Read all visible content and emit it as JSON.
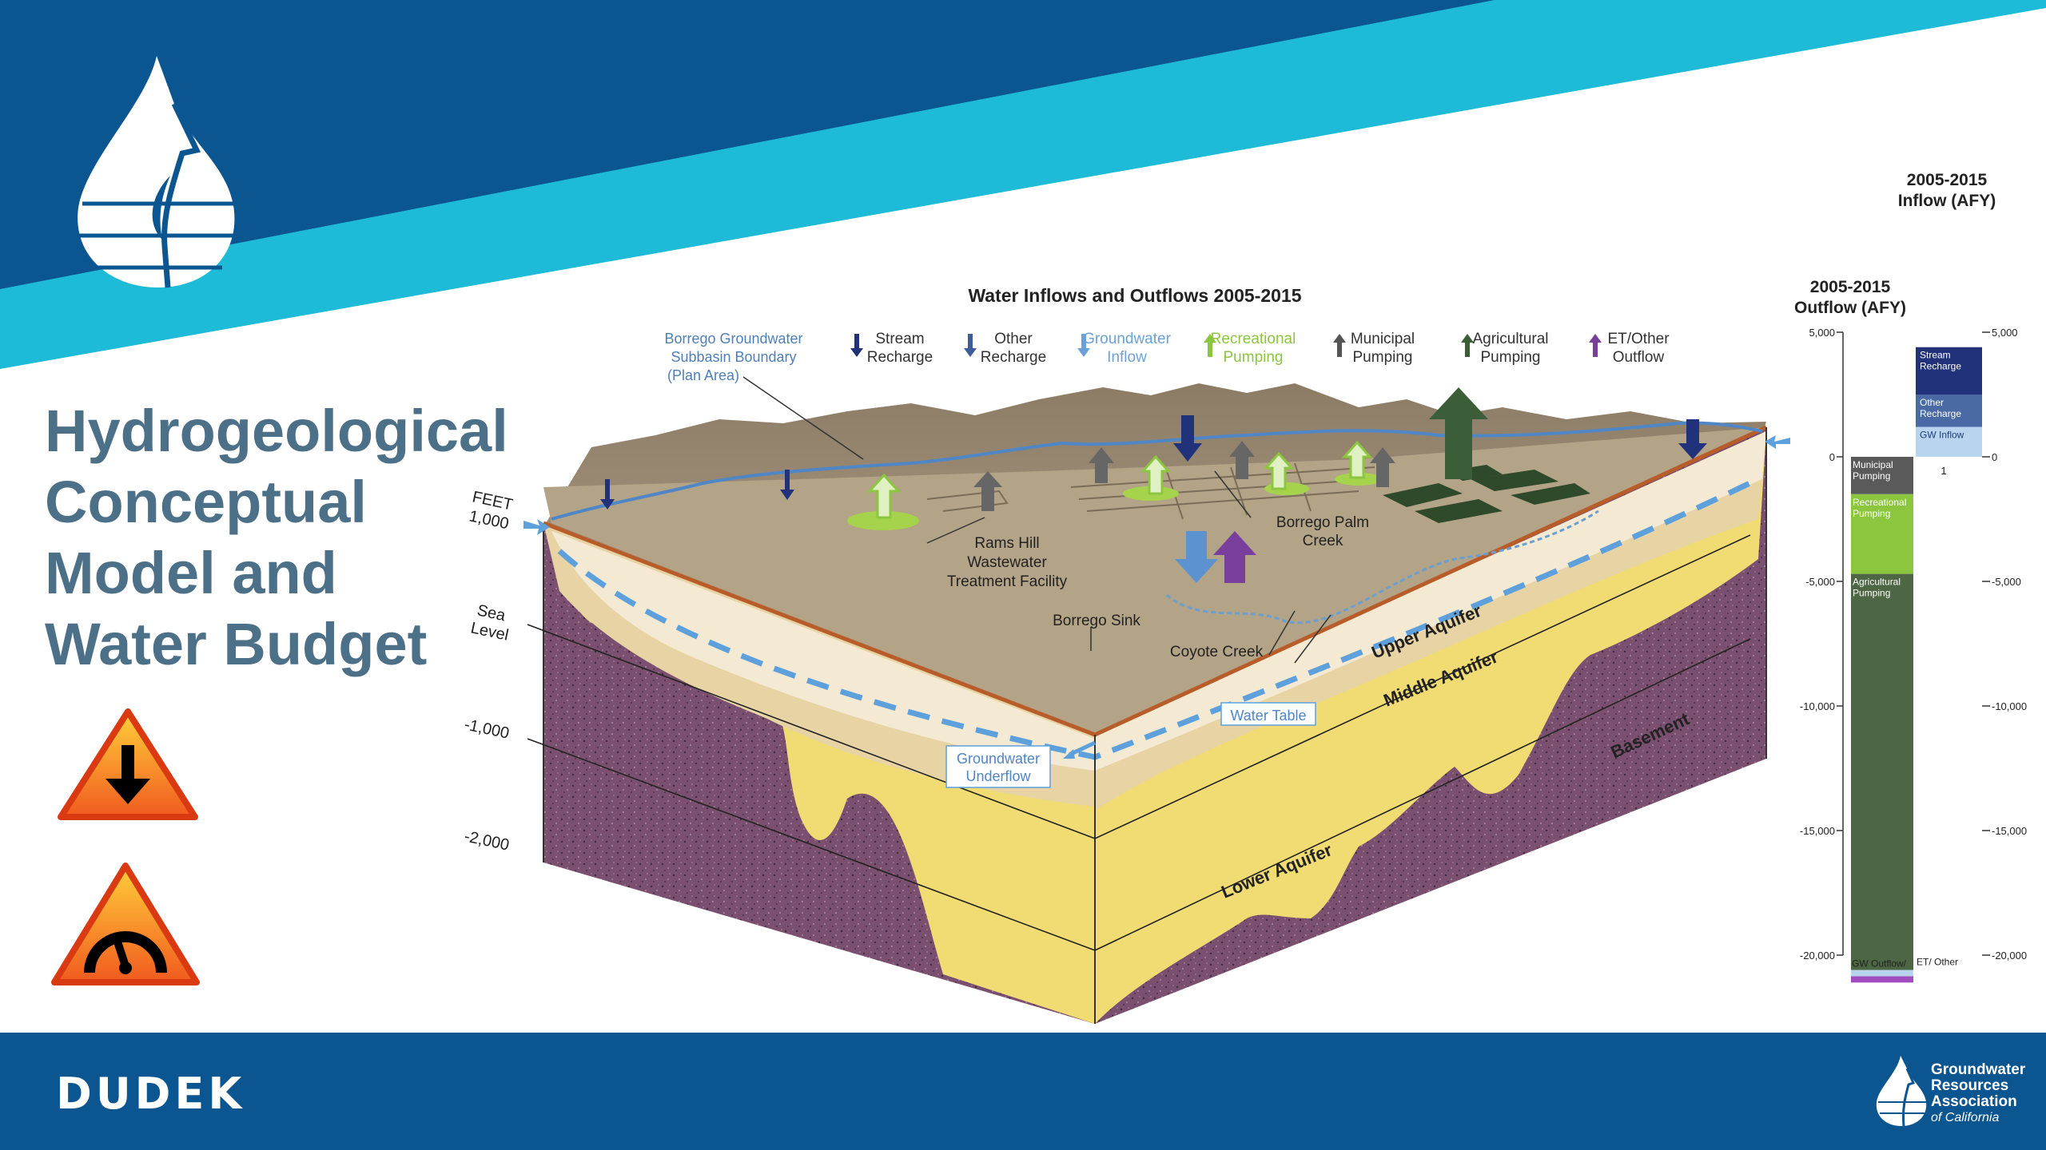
{
  "slide": {
    "title_lines": [
      "Hydrogeological",
      "Conceptual",
      "Model and",
      "Water Budget"
    ],
    "brand": "DUDEK",
    "partner_lines": [
      "Groundwater",
      "Resources",
      "Association",
      "of California"
    ],
    "colors": {
      "dark_blue": "#0b5591",
      "cyan": "#1dbbd7",
      "title": "#4d7089",
      "footer": "#0b5591"
    }
  },
  "diagram": {
    "title": "Water Inflows and Outflows 2005-2015",
    "legend": [
      {
        "label_lines": [
          "Stream",
          "Recharge"
        ],
        "color": "#22327a",
        "direction": "down"
      },
      {
        "label_lines": [
          "Other",
          "Recharge"
        ],
        "color": "#3e5c98",
        "direction": "down"
      },
      {
        "label_lines": [
          "Groundwater",
          "Inflow"
        ],
        "color": "#6aa2d8",
        "direction": "down"
      },
      {
        "label_lines": [
          "Recreational",
          "Pumping"
        ],
        "color": "#8cc63f",
        "direction": "up"
      },
      {
        "label_lines": [
          "Municipal",
          "Pumping"
        ],
        "color": "#555555",
        "direction": "up"
      },
      {
        "label_lines": [
          "Agricultural",
          "Pumping"
        ],
        "color": "#3b5e38",
        "direction": "up"
      },
      {
        "label_lines": [
          "ET/Other",
          "Outflow"
        ],
        "color": "#7a3f9d",
        "direction": "up"
      }
    ],
    "boundary_label_lines": [
      "Borrego Groundwater",
      "Subbasin Boundary",
      "(Plan Area)"
    ],
    "elevation_labels": {
      "feet": "FEET",
      "e1000": "1,000",
      "sea": [
        "Sea",
        "Level"
      ],
      "m1000": "-1,000",
      "m2000": "-2,000"
    },
    "annotations": {
      "rams_hill": [
        "Rams Hill",
        "Wastewater",
        "Treatment Facility"
      ],
      "borrego_palm": [
        "Borrego Palm",
        "Creek"
      ],
      "borrego_sink": "Borrego Sink",
      "coyote_creek": "Coyote Creek",
      "upper_aquifer": "Upper Aquifer",
      "middle_aquifer": "Middle Aquifer",
      "lower_aquifer": "Lower Aquifer",
      "basement": "Basement",
      "water_table": "Water Table",
      "gw_underflow": [
        "Groundwater",
        "Underflow"
      ]
    }
  },
  "chart_data": {
    "type": "bar",
    "inflow_title": [
      "2005-2015",
      "Inflow (AFY)"
    ],
    "outflow_title": [
      "2005-2015",
      "Outflow (AFY)"
    ],
    "left_ticks": [
      "5,000",
      "0",
      "-5,000",
      "-10,000",
      "-15,000",
      "-20,000"
    ],
    "right_ticks": [
      "5,000",
      "0",
      "-5,000",
      "-10,000",
      "-15,000",
      "-20,000"
    ],
    "ylim": [
      -20000,
      5000
    ],
    "inflow_stack": [
      {
        "label_lines": [
          "GW Inflow"
        ],
        "value": 1200,
        "color": "#b8d4ee"
      },
      {
        "label_lines": [
          "Other",
          "Recharge"
        ],
        "value": 1300,
        "color": "#4a6aa6"
      },
      {
        "label_lines": [
          "Stream",
          "Recharge"
        ],
        "value": 1900,
        "color": "#22327a"
      }
    ],
    "outflow_stack": [
      {
        "label_lines": [
          "Municipal",
          "Pumping"
        ],
        "value": 1500,
        "color": "#5a5a5a"
      },
      {
        "label_lines": [
          "Recreational",
          "Pumping"
        ],
        "value": 3200,
        "color": "#8cc63f"
      },
      {
        "label_lines": [
          "Agricultural",
          "Pumping"
        ],
        "value": 15900,
        "color": "#4d6644"
      },
      {
        "label_lines": [
          "GW Outflow/"
        ],
        "value": 250,
        "color": "#b8d4ee"
      },
      {
        "label_lines": [
          "ET/ Other"
        ],
        "value": 250,
        "color": "#a04cc0"
      }
    ],
    "note_value": "1"
  },
  "icons": [
    {
      "name": "water-drop-logo-icon"
    },
    {
      "name": "decline-warning-icon"
    },
    {
      "name": "overdraft-gauge-warning-icon"
    },
    {
      "name": "gra-drop-logo-icon"
    }
  ]
}
